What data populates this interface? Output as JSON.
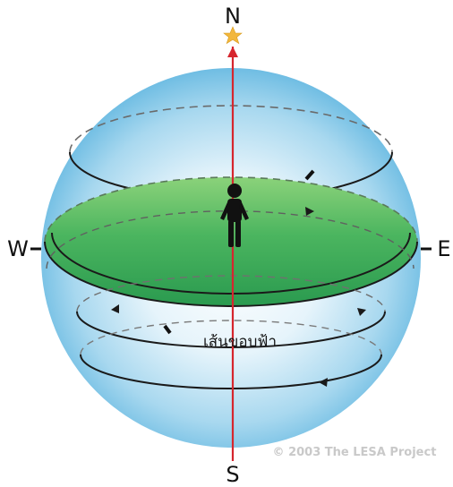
{
  "labels": {
    "north": "N",
    "south": "S",
    "west": "W",
    "east": "E",
    "horizon": "เส้นขอบฟ้า",
    "copyright": "© 2003  The LESA Project"
  },
  "icons": {
    "pole_star": "star-icon",
    "observer": "person-silhouette-icon"
  },
  "colors": {
    "sphere_edge": "#7fc4e6",
    "sphere_center": "#f4fbff",
    "horizon_plane": "#3cab5a",
    "horizon_plane_light": "#86cf78",
    "axis": "#d6262e",
    "star": "#f2b73d",
    "orbit": "#1a1a1a"
  }
}
